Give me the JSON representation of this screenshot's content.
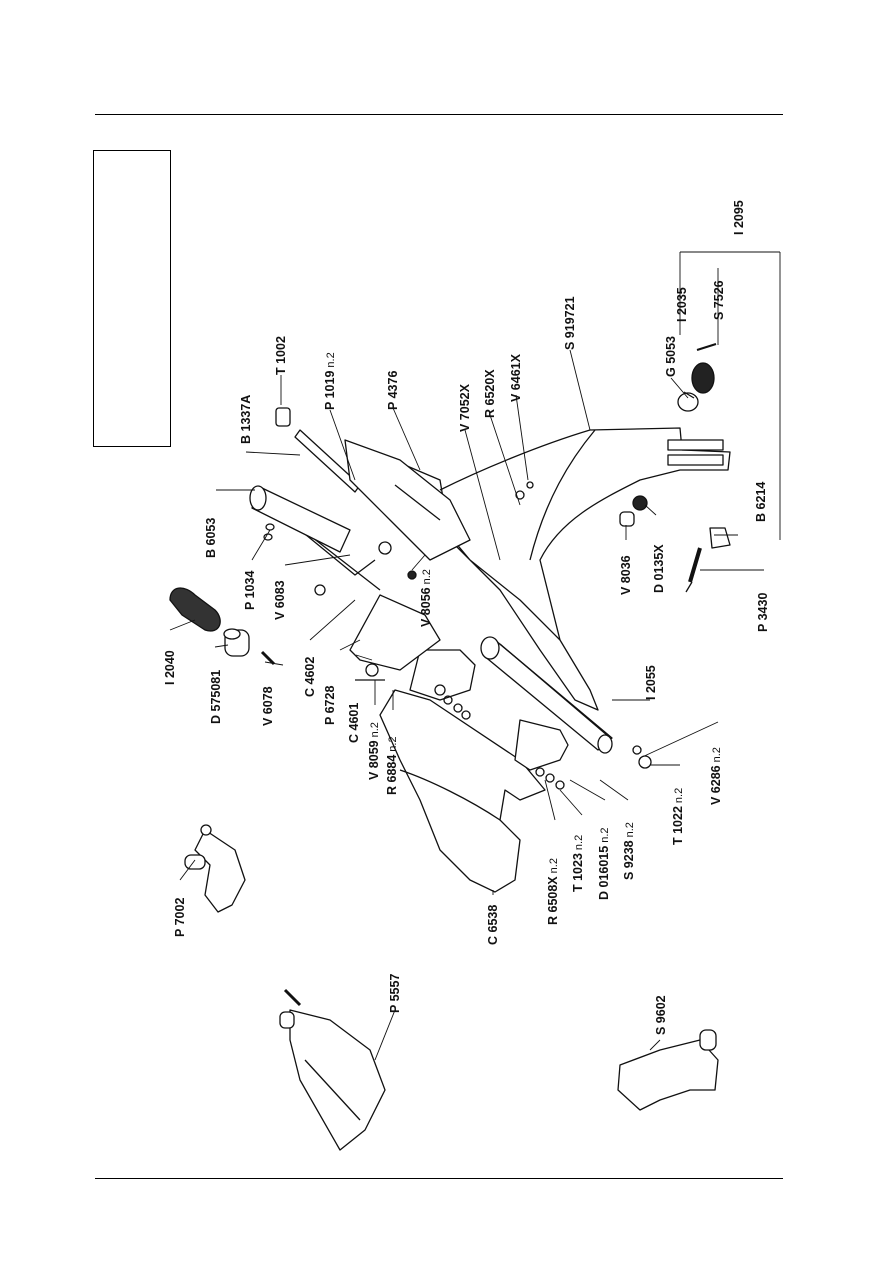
{
  "diagram": {
    "parts": [
      {
        "code": "I 2095",
        "qty": ""
      },
      {
        "code": "I 2035",
        "qty": ""
      },
      {
        "code": "S 7526",
        "qty": ""
      },
      {
        "code": "S 919721",
        "qty": ""
      },
      {
        "code": "G 5053",
        "qty": ""
      },
      {
        "code": "V 6461X",
        "qty": ""
      },
      {
        "code": "R 6520X",
        "qty": ""
      },
      {
        "code": "V 7052X",
        "qty": ""
      },
      {
        "code": "P 4376",
        "qty": ""
      },
      {
        "code": "P 1019",
        "qty": "n.2"
      },
      {
        "code": "T 1002",
        "qty": ""
      },
      {
        "code": "B 1337A",
        "qty": ""
      },
      {
        "code": "B 6214",
        "qty": ""
      },
      {
        "code": "D 0135X",
        "qty": ""
      },
      {
        "code": "V 8036",
        "qty": ""
      },
      {
        "code": "P 3430",
        "qty": ""
      },
      {
        "code": "B 6053",
        "qty": ""
      },
      {
        "code": "P 1034",
        "qty": ""
      },
      {
        "code": "V 6083",
        "qty": ""
      },
      {
        "code": "V 8056",
        "qty": "n.2"
      },
      {
        "code": "I 2055",
        "qty": ""
      },
      {
        "code": "C 4602",
        "qty": ""
      },
      {
        "code": "P 6728",
        "qty": ""
      },
      {
        "code": "C 4601",
        "qty": ""
      },
      {
        "code": "V 8059",
        "qty": "n.2"
      },
      {
        "code": "R 6884",
        "qty": "n.2"
      },
      {
        "code": "I 2040",
        "qty": ""
      },
      {
        "code": "D 575081",
        "qty": ""
      },
      {
        "code": "V 6078",
        "qty": ""
      },
      {
        "code": "T 1022",
        "qty": "n.2"
      },
      {
        "code": "V 6286",
        "qty": "n.2"
      },
      {
        "code": "S 9238",
        "qty": "n.2"
      },
      {
        "code": "D 016015",
        "qty": "n.2"
      },
      {
        "code": "T 1023",
        "qty": "n.2"
      },
      {
        "code": "R 6508X",
        "qty": "n.2"
      },
      {
        "code": "C 6538",
        "qty": ""
      },
      {
        "code": "P 7002",
        "qty": ""
      },
      {
        "code": "P 5557",
        "qty": ""
      },
      {
        "code": "S 9602",
        "qty": ""
      }
    ]
  }
}
